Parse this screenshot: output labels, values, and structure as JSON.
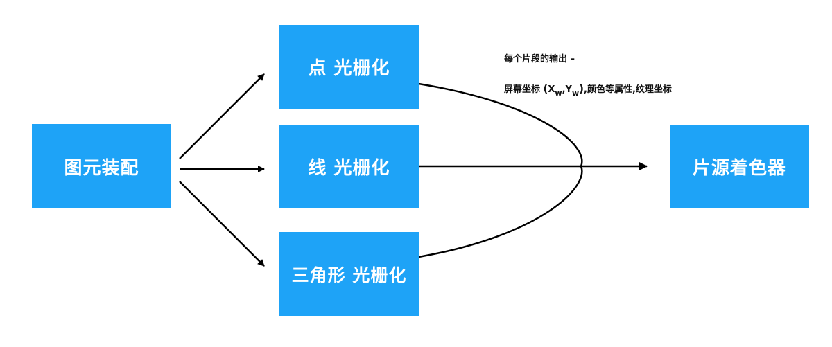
{
  "boxes": {
    "assembly": "图元装配",
    "point": "点 光栅化",
    "line": "线 光栅化",
    "triangle": "三角形 光栅化",
    "fragment_shader": "片源着色器"
  },
  "note": {
    "title": "每个片段的输出 –",
    "prefix": "屏幕坐标 ",
    "open_paren": "(",
    "x": "X",
    "x_sub": "w",
    "comma": ",",
    "y": "Y",
    "y_sub": "w",
    "close_paren": ")",
    "suffix": ",颜色等属性,纹理坐标"
  },
  "colors": {
    "box_fill": "#1ea3f7",
    "box_text": "#ffffff",
    "line": "#000000"
  }
}
